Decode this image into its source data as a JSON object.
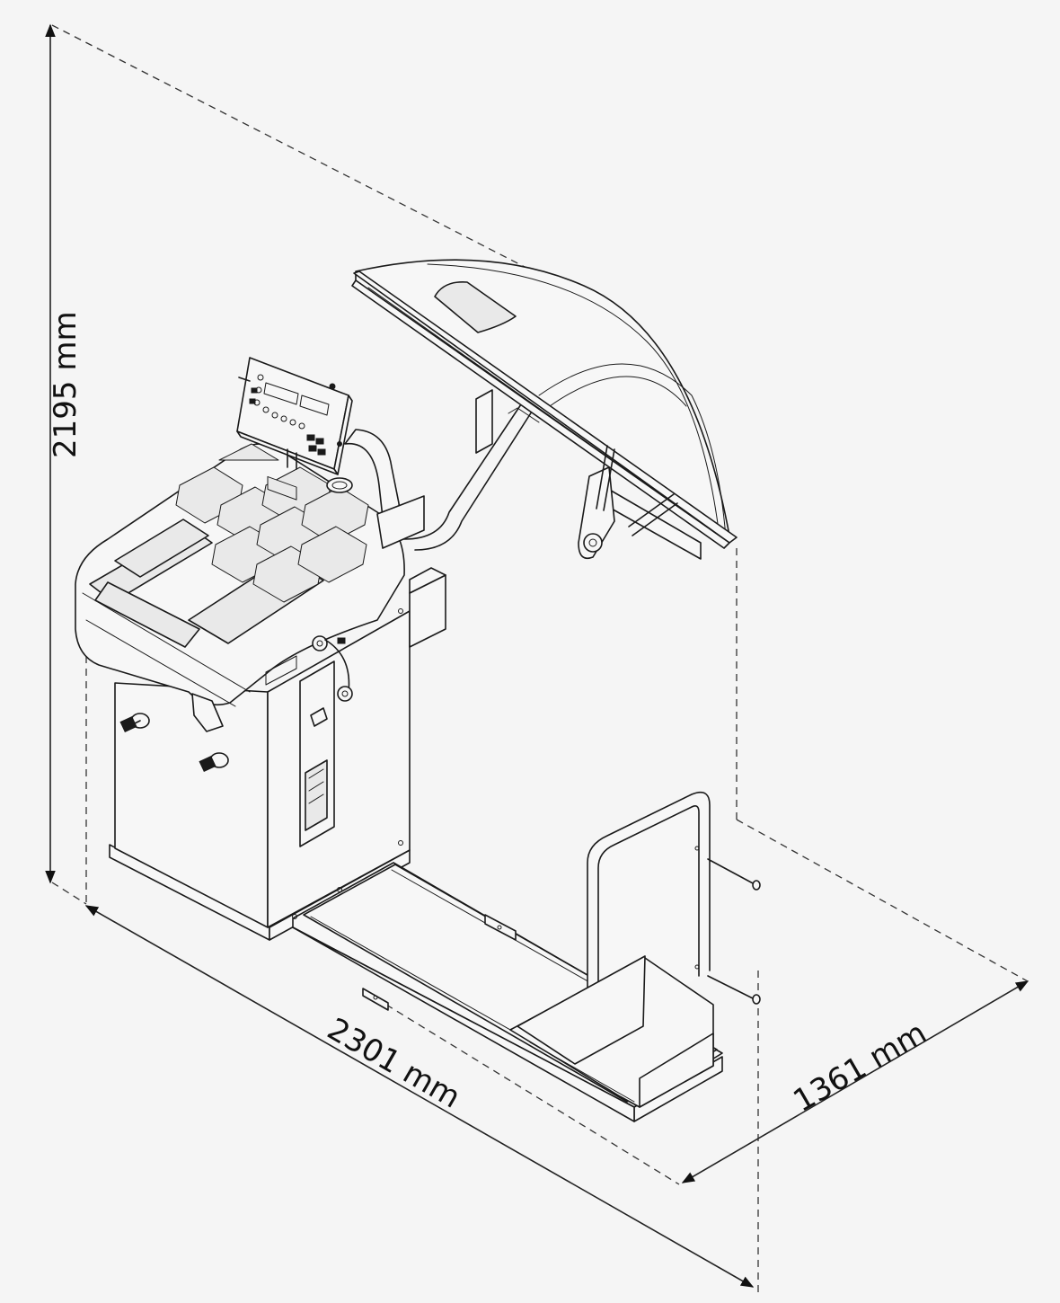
{
  "dimensions": {
    "height_label": "2195 mm",
    "length_label": "2301 mm",
    "depth_label": "1361 mm"
  },
  "colors": {
    "background": "#f5f5f5",
    "line": "#1a1a1a"
  }
}
